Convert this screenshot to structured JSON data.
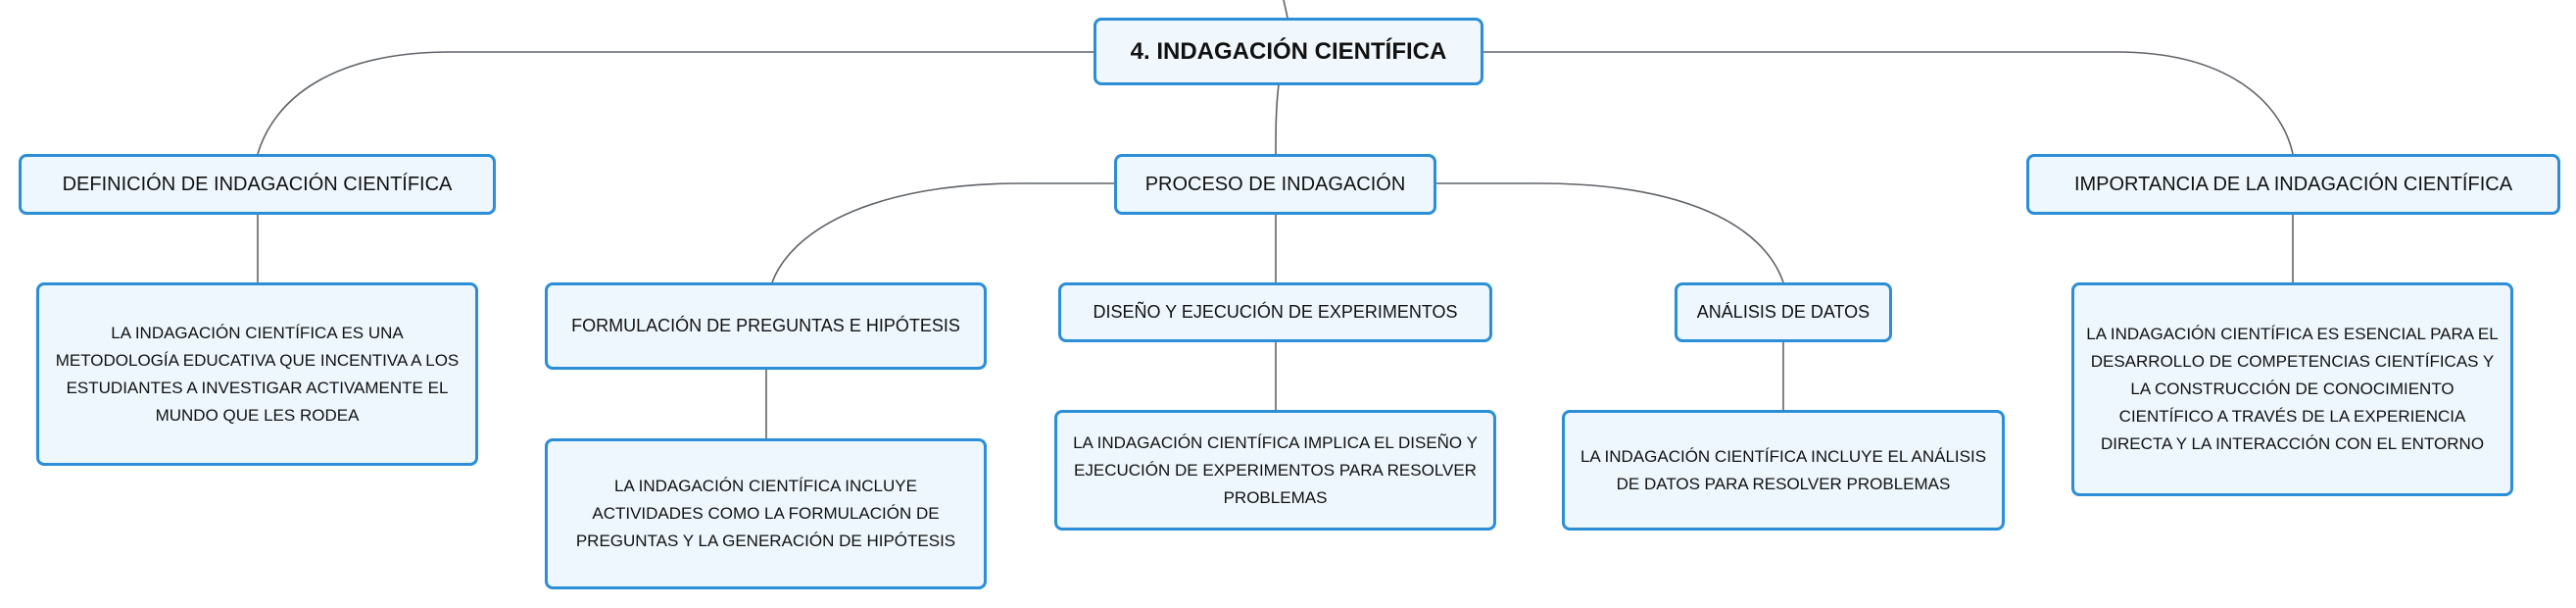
{
  "map": {
    "root": "4. INDAGACIÓN CIENTÍFICA",
    "branches": [
      {
        "title": "DEFINICIÓN DE INDAGACIÓN CIENTÍFICA",
        "detail": "LA INDAGACIÓN CIENTÍFICA ES UNA METODOLOGÍA EDUCATIVA QUE INCENTIVA A LOS ESTUDIANTES A INVESTIGAR ACTIVAMENTE EL MUNDO QUE LES RODEA"
      },
      {
        "title": "PROCESO DE INDAGACIÓN",
        "children": [
          {
            "title": "FORMULACIÓN DE PREGUNTAS E HIPÓTESIS",
            "detail": "LA INDAGACIÓN CIENTÍFICA INCLUYE ACTIVIDADES COMO LA FORMULACIÓN DE PREGUNTAS Y LA GENERACIÓN DE HIPÓTESIS"
          },
          {
            "title": "DISEÑO Y EJECUCIÓN DE EXPERIMENTOS",
            "detail": "LA INDAGACIÓN CIENTÍFICA IMPLICA EL DISEÑO Y EJECUCIÓN DE EXPERIMENTOS PARA RESOLVER PROBLEMAS"
          },
          {
            "title": "ANÁLISIS DE DATOS",
            "detail": "LA INDAGACIÓN CIENTÍFICA INCLUYE EL ANÁLISIS DE DATOS PARA RESOLVER PROBLEMAS"
          }
        ]
      },
      {
        "title": "IMPORTANCIA DE LA INDAGACIÓN CIENTÍFICA",
        "detail": "LA INDAGACIÓN CIENTÍFICA ES ESENCIAL PARA EL DESARROLLO DE COMPETENCIAS CIENTÍFICAS Y LA CONSTRUCCIÓN DE CONOCIMIENTO CIENTÍFICO A TRAVÉS DE LA EXPERIENCIA DIRECTA Y LA INTERACCIÓN CON EL ENTORNO"
      }
    ]
  },
  "colors": {
    "node_border": "#2b8ed6",
    "node_fill": "#eef7fd",
    "connector": "#5f6368"
  }
}
